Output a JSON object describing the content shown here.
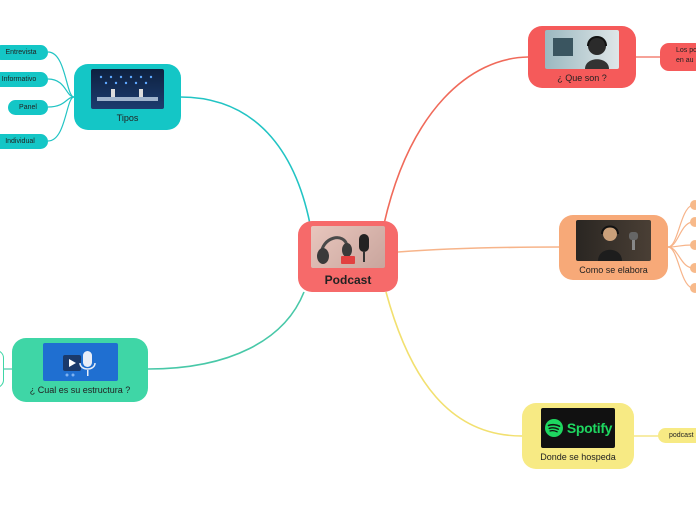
{
  "colors": {
    "central": "#f66a6a",
    "tipos": "#14c6c6",
    "que_son": "#f55a5a",
    "como": "#f7a978",
    "donde": "#f7ea84",
    "estructura": "#3fd6a6",
    "line_tipos": "#22c4c4",
    "line_que": "#f06a5a",
    "line_como": "#f7b48a",
    "line_donde": "#f2e070",
    "line_estructura": "#48c8a8"
  },
  "central": {
    "label": "Podcast",
    "image": "headphones-microphone-photo"
  },
  "branches": {
    "tipos": {
      "label": "Tipos",
      "image": "studio-panel-photo",
      "children": [
        "Entrevista",
        "Informativo",
        "Panel",
        "Individual"
      ]
    },
    "que_son": {
      "label": "¿ Que son ?",
      "image": "listener-with-headphones-photo",
      "child_lines": [
        "Los po",
        "en au"
      ]
    },
    "como": {
      "label": "Como se elabora",
      "image": "woman-recording-photo"
    },
    "donde": {
      "label": "Donde se hospeda",
      "image": "spotify-logo",
      "logo_text": "Spotify",
      "child": "podcast"
    },
    "estructura": {
      "label": "¿ Cual es su estructura ?",
      "image": "podcast-structure-icon"
    }
  }
}
